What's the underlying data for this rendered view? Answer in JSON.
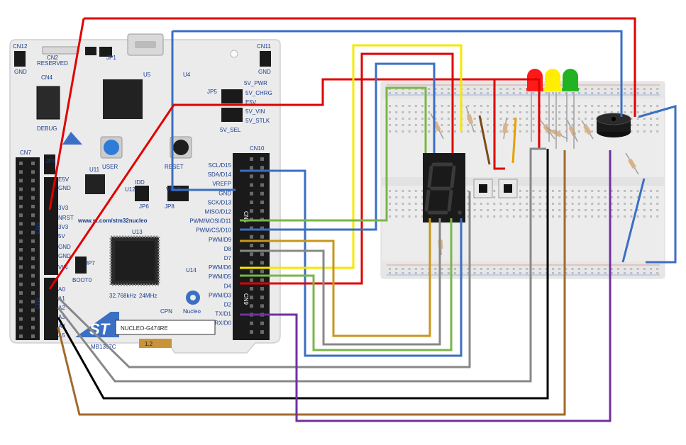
{
  "board": {
    "model": "NUCLEO-G474RE",
    "part_number": "MB1367C",
    "revision": "1.2",
    "url": "www.st.com/stm32nucleo",
    "brand": "ST",
    "nucleo": "Nucleo",
    "cpn": "CPN",
    "buttons": {
      "user": "USER",
      "reset": "RESET"
    },
    "jumpers": {
      "jp1": "JP1",
      "jp3": "JP3",
      "jp5": "JP5",
      "jp6": "JP6",
      "jp7": "JP7",
      "jp8": "JP8",
      "boot0": "BOOT0",
      "idd": "IDD",
      "vref": "VREF",
      "sel": "5V_SEL",
      "debug": "DEBUG",
      "stlk": "STLK",
      "reserved": "RESERVED"
    },
    "connectors": {
      "cn12": "CN12",
      "cn2": "CN2",
      "cn4": "CN4",
      "cn11": "CN11",
      "cn7": "CN7",
      "cn10": "CN10",
      "cn6": "CN6",
      "cn8": "CN8",
      "cn5": "CN5",
      "cn9": "CN9",
      "gnd_l": "GND",
      "gnd_r": "GND"
    },
    "chips": {
      "u5": "U5",
      "u11": "U11",
      "u13": "U13",
      "u12": "U12",
      "u4": "U4",
      "u14": "U14"
    },
    "power_labels": [
      "5V_PWR",
      "5V_CHRG",
      "E5V",
      "5V_VIN",
      "5V_STLK"
    ],
    "left_header_labels": [
      "E5V",
      "GND",
      "3V3",
      "NRST",
      "3V3",
      "5V",
      "GND",
      "GND",
      "VIN"
    ],
    "analog_labels": [
      "A0",
      "A1",
      "A2",
      "A3",
      "A4",
      "A5"
    ],
    "right_header_labels": [
      "SCL/D15",
      "SDA/D14",
      "VREFP",
      "GND",
      "SCK/D13",
      "MISO/D12",
      "PWM/MOSI/D11",
      "PWM/CS/D10",
      "PWM/D9",
      "D8",
      "D7",
      "PWM/D6",
      "PWM/D5",
      "D4",
      "PWM/D3",
      "D2",
      "TX/D1",
      "RX/D0"
    ],
    "crystals": {
      "x2": "32.768kHz",
      "x3": "24MHz"
    }
  },
  "components": {
    "seven_segment_digit": "8",
    "leds": [
      {
        "color_name": "red",
        "color": "#ff1a1a"
      },
      {
        "color_name": "yellow",
        "color": "#ffee00"
      },
      {
        "color_name": "green",
        "color": "#22b222"
      }
    ],
    "buttons_count": 2,
    "buzzer": true
  },
  "colors": {
    "board": "#ebebeb",
    "breadboard": "#eeeeee",
    "header": "#1a1a1a",
    "silk_blue": "#1a3d8f",
    "wire_red": "#e00000",
    "wire_blue": "#3a6fc4",
    "wire_yellow": "#f5e800",
    "wire_green": "#7ab648",
    "wire_gold": "#c8961e",
    "wire_gray": "#888888",
    "wire_black": "#000000",
    "wire_brown": "#a06a2c",
    "wire_purple": "#7030a0"
  }
}
